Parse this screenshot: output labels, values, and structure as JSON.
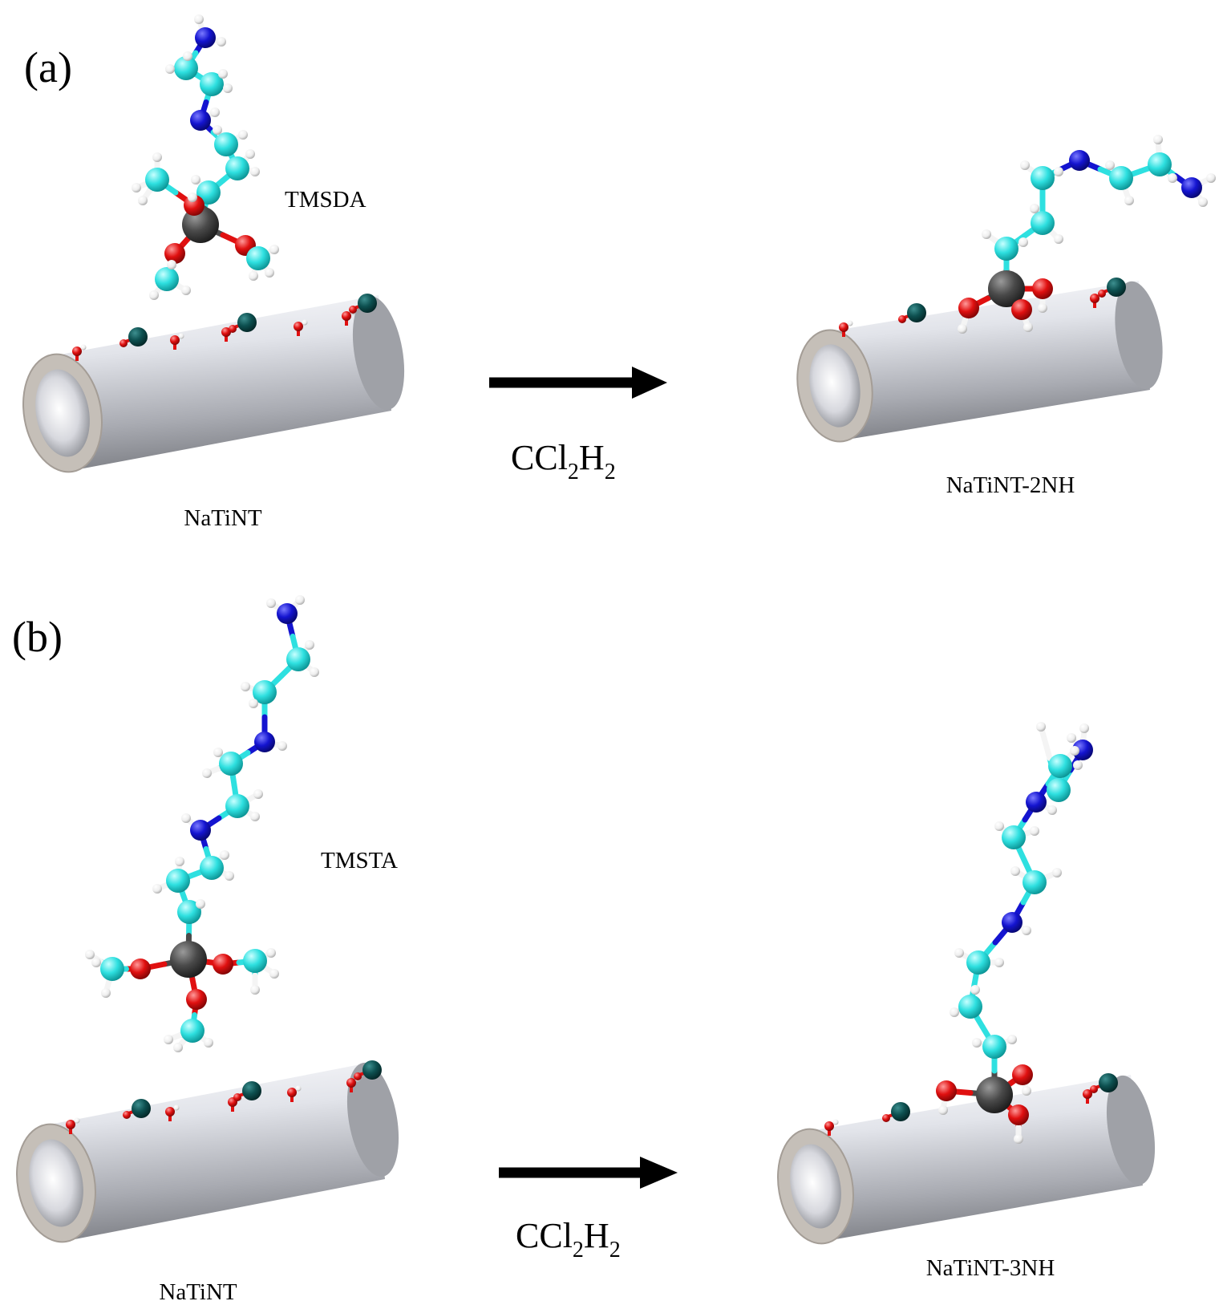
{
  "panels": [
    {
      "letter": "(a)",
      "reagent": "TMSDA",
      "substrate": "NaTiNT",
      "solvent": {
        "main": "CCl",
        "sub1": "2",
        "mid": "H",
        "sub2": "2"
      },
      "product": "NaTiNT-2NH"
    },
    {
      "letter": "(b)",
      "reagent": "TMSTA",
      "substrate": "NaTiNT",
      "solvent": {
        "main": "CCl",
        "sub1": "2",
        "mid": "H",
        "sub2": "2"
      },
      "product": "NaTiNT-3NH"
    }
  ],
  "atom_colors": {
    "C": "#2ee0e0",
    "N": "#1414d0",
    "O": "#e01010",
    "H": "#f4f4f4",
    "Si": "#4a4a4a",
    "Na": "#0d5050"
  },
  "tube_color": "#e4e6ec"
}
